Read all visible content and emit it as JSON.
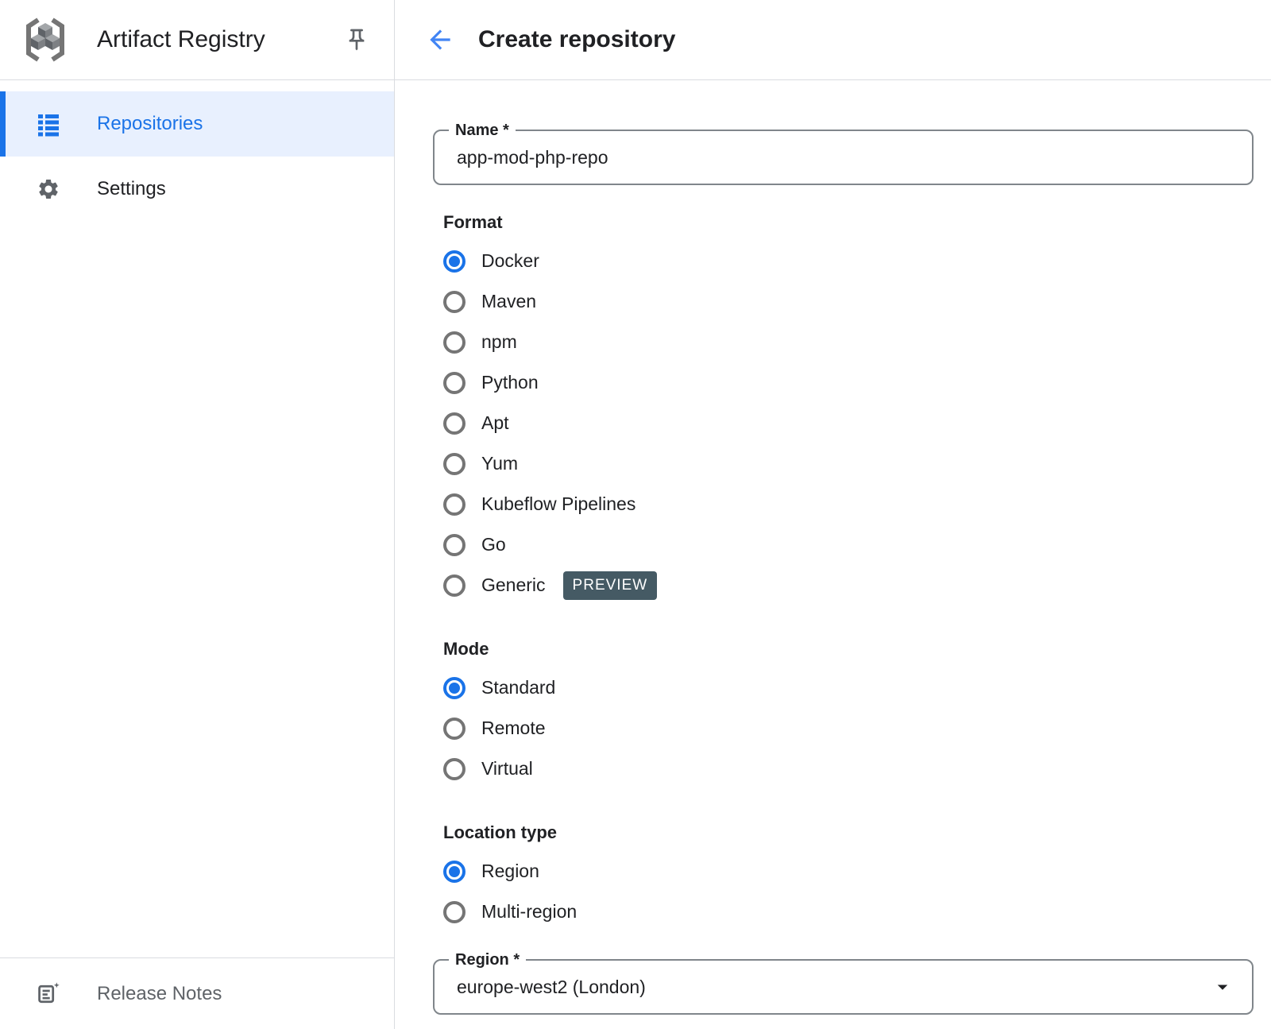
{
  "colors": {
    "accent": "#1a73e8",
    "selected-bg": "#e8f0fe",
    "badge-bg": "#455a64",
    "divider": "#dadce0",
    "text": "#202124",
    "muted": "#5f6368",
    "field-border": "#80868b",
    "radio-gray": "#757575",
    "arrow": "#4285f4"
  },
  "sidebar": {
    "app_title": "Artifact Registry",
    "icons": {
      "logo": "artifact-registry-logo",
      "pin": "pin-icon",
      "repositories": "list-icon",
      "settings": "gear-icon",
      "release_notes": "release-notes-icon"
    },
    "items": [
      {
        "label": "Repositories",
        "selected": true
      },
      {
        "label": "Settings",
        "selected": false
      }
    ],
    "footer": {
      "label": "Release Notes"
    }
  },
  "header": {
    "title": "Create repository",
    "back_icon": "arrow-back-icon"
  },
  "form": {
    "name_field": {
      "label": "Name *",
      "value": "app-mod-php-repo"
    },
    "format": {
      "heading": "Format",
      "options": [
        {
          "label": "Docker",
          "selected": true
        },
        {
          "label": "Maven",
          "selected": false
        },
        {
          "label": "npm",
          "selected": false
        },
        {
          "label": "Python",
          "selected": false
        },
        {
          "label": "Apt",
          "selected": false
        },
        {
          "label": "Yum",
          "selected": false
        },
        {
          "label": "Kubeflow Pipelines",
          "selected": false
        },
        {
          "label": "Go",
          "selected": false
        },
        {
          "label": "Generic",
          "selected": false,
          "badge": "PREVIEW"
        }
      ]
    },
    "mode": {
      "heading": "Mode",
      "options": [
        {
          "label": "Standard",
          "selected": true
        },
        {
          "label": "Remote",
          "selected": false
        },
        {
          "label": "Virtual",
          "selected": false
        }
      ]
    },
    "location_type": {
      "heading": "Location type",
      "options": [
        {
          "label": "Region",
          "selected": true
        },
        {
          "label": "Multi-region",
          "selected": false
        }
      ]
    },
    "region_field": {
      "label": "Region *",
      "value": "europe-west2 (London)"
    }
  }
}
